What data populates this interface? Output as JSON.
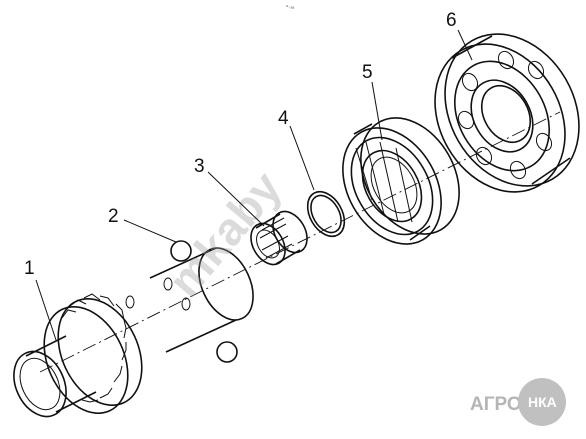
{
  "callouts": [
    "1",
    "2",
    "3",
    "4",
    "5",
    "6"
  ],
  "top_mark": "ᵃ₋ₐₐ",
  "watermark": "mkaby",
  "logo": {
    "left": "АГРО",
    "right": "НКА"
  }
}
